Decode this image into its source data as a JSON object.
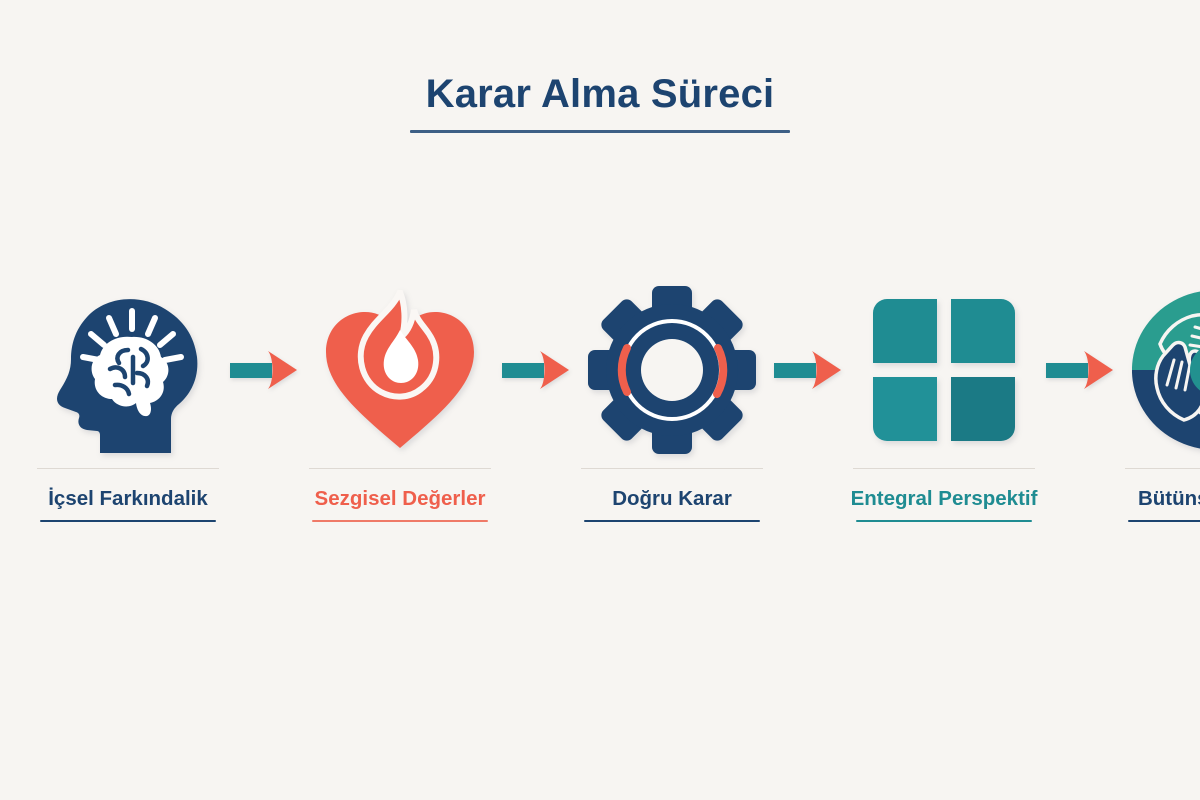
{
  "header": {
    "title": "Karar Alma Süreci"
  },
  "colors": {
    "background": "#f7f5f2",
    "navy": "#1d4470",
    "coral": "#ef5f4c",
    "teal": "#1f8c92",
    "teal_dark": "#1b7a85",
    "title": "#1d4470",
    "separator": "#ded9d3"
  },
  "flow": {
    "steps": [
      {
        "label": "İçsel Farkındalik",
        "icon": "head-brain-icon",
        "color_key": "navy"
      },
      {
        "label": "Sezgisel Değerler",
        "icon": "heart-flame-icon",
        "color_key": "coral"
      },
      {
        "label": "Doğru Karar",
        "icon": "gear-icon",
        "color_key": "navy"
      },
      {
        "label": "Entegral Perspektif",
        "icon": "four-squares-icon",
        "color_key": "teal"
      },
      {
        "label": "Bütünsel Sonuç",
        "icon": "four-hands-circle-icon",
        "color_key": "navy"
      }
    ],
    "arrows": [
      {
        "icon": "arrow-right-icon"
      },
      {
        "icon": "arrow-right-icon"
      },
      {
        "icon": "arrow-right-icon"
      },
      {
        "icon": "arrow-right-icon"
      }
    ]
  }
}
